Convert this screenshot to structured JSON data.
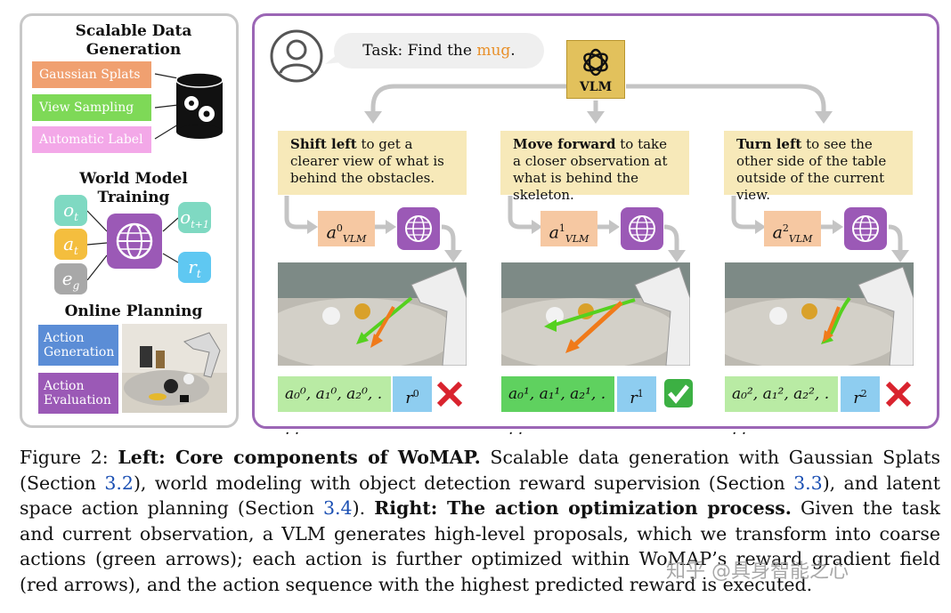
{
  "left": {
    "section1_title": "Scalable Data Generation",
    "chips": [
      "Gaussian Splats",
      "View Sampling",
      "Automatic Label"
    ],
    "chip_colors": [
      "#f0a070",
      "#7ed957",
      "#f3a8e8"
    ],
    "section2_title": "World Model Training",
    "inputs": [
      "o",
      "a",
      "e"
    ],
    "input_subs": [
      "t",
      "t",
      "g"
    ],
    "outputs": [
      "o",
      "r"
    ],
    "output_subs": [
      "t+1",
      "t"
    ],
    "section3_title": "Online Planning",
    "plan_boxes": [
      "Action Generation",
      "Action Evaluation"
    ]
  },
  "right": {
    "task_prefix": "Task: Find the ",
    "task_object": "mug",
    "task_suffix": ".",
    "vlm_label": "VLM",
    "columns": [
      {
        "bold": "Shift left",
        "text": " to get a clearer view of what is behind the obstacles.",
        "a_label": "a",
        "a_sup": "0",
        "a_sub": "VLM",
        "actions": "a₀⁰, a₁⁰, a₂⁰, . . .",
        "reward": "r",
        "reward_sup": "0",
        "selected": false,
        "mark": "✗"
      },
      {
        "bold": "Move forward",
        "text": " to take a closer observation at what is behind the skeleton.",
        "a_label": "a",
        "a_sup": "1",
        "a_sub": "VLM",
        "actions": "a₀¹, a₁¹, a₂¹, . . .",
        "reward": "r",
        "reward_sup": "1",
        "selected": true,
        "mark": "✓"
      },
      {
        "bold": "Turn left",
        "text": " to see the other side of the table outside of the current view.",
        "a_label": "a",
        "a_sup": "2",
        "a_sub": "VLM",
        "actions": "a₀², a₁², a₂², . . .",
        "reward": "r",
        "reward_sup": "2",
        "selected": false,
        "mark": "✗"
      }
    ]
  },
  "caption": {
    "fig": "Figure 2: ",
    "bold1": "Left: Core components of WoMAP.",
    "t1": " Scalable data generation with Gaussian Splats (Section ",
    "ref1": "3.2",
    "t2": "), world modeling with object detection reward supervision (Section ",
    "ref2": "3.3",
    "t3": "), and latent space action planning (Section ",
    "ref3": "3.4",
    "t4": "). ",
    "bold2": "Right: The action optimization process.",
    "t5": " Given the task and current observation, a VLM generates high-level proposals, which we transform into coarse actions (green arrows); each action is further optimized within WoMAP’s reward gradient field (red arrows), and the action sequence with the highest predicted reward is executed."
  },
  "watermark": "知乎 @具身智能之心",
  "colors": {
    "accent_purple": "#9b59b6",
    "mug": "#e8902a",
    "link": "#1a4fb3"
  }
}
